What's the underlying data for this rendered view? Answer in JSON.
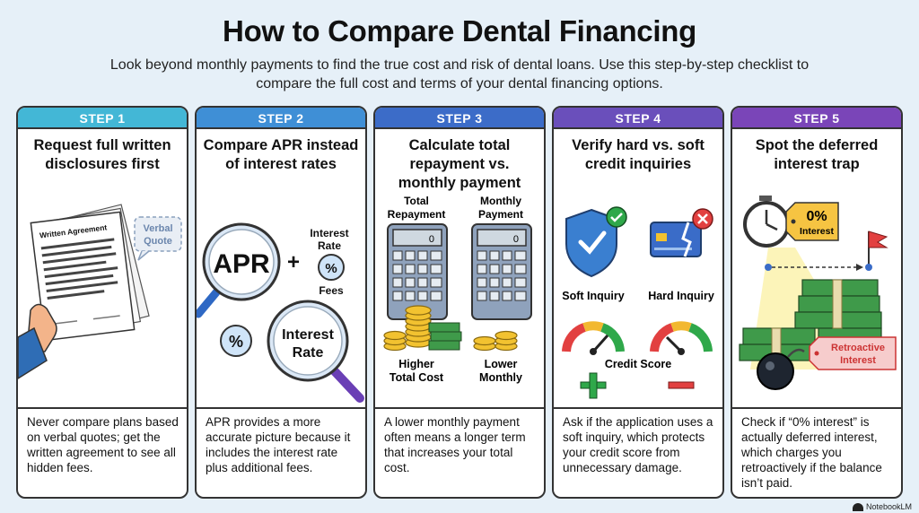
{
  "header": {
    "title": "How to Compare Dental Financing",
    "subtitle": "Look beyond monthly payments to find the true cost and risk of dental loans. Use this step-by-step checklist to compare the full cost and terms of your dental financing options."
  },
  "colors": {
    "step1": "#43b7d6",
    "step2": "#3f8fd6",
    "step3": "#3c6cc8",
    "step4": "#6a4fbb",
    "step5": "#7a45b8"
  },
  "steps": [
    {
      "label": "STEP 1",
      "title": "Request full written disclosures first",
      "body": "Never compare plans based on verbal quotes; get the written agreement to see all hidden fees.",
      "art": {
        "document_title": "Written Agreement",
        "bubble_line1": "Verbal",
        "bubble_line2": "Quote"
      }
    },
    {
      "label": "STEP 2",
      "title": "Compare APR instead of interest rates",
      "body": "APR provides a more accurate picture because it includes the interest rate plus additional fees.",
      "art": {
        "apr": "APR",
        "plus": "+",
        "interest_rate_line1": "Interest",
        "interest_rate_line2": "Rate",
        "percent": "%",
        "fees": "Fees",
        "lens_line1": "Interest",
        "lens_line2": "Rate"
      }
    },
    {
      "label": "STEP 3",
      "title": "Calculate total repayment vs. monthly payment",
      "body": "A lower monthly payment often means a longer term that increases your total cost.",
      "art": {
        "left_top_1": "Total",
        "left_top_2": "Repayment",
        "right_top_1": "Monthly",
        "right_top_2": "Payment",
        "left_bottom_1": "Higher",
        "left_bottom_2": "Total Cost",
        "right_bottom_1": "Lower",
        "right_bottom_2": "Monthly",
        "display": "0"
      }
    },
    {
      "label": "STEP 4",
      "title": "Verify hard vs. soft credit inquiries",
      "body": "Ask if the application uses a soft inquiry, which protects your credit score from unnecessary damage.",
      "art": {
        "soft": "Soft Inquiry",
        "hard": "Hard Inquiry",
        "score": "Credit Score"
      }
    },
    {
      "label": "STEP 5",
      "title": "Spot the deferred interest trap",
      "body": "Check if “0% interest” is actually deferred interest, which charges you retroactively if the balance isn’t paid.",
      "art": {
        "tag_line1": "0%",
        "tag_line2": "Interest",
        "retro_line1": "Retroactive",
        "retro_line2": "Interest"
      }
    }
  ],
  "footer": {
    "brand": "NotebookLM"
  }
}
